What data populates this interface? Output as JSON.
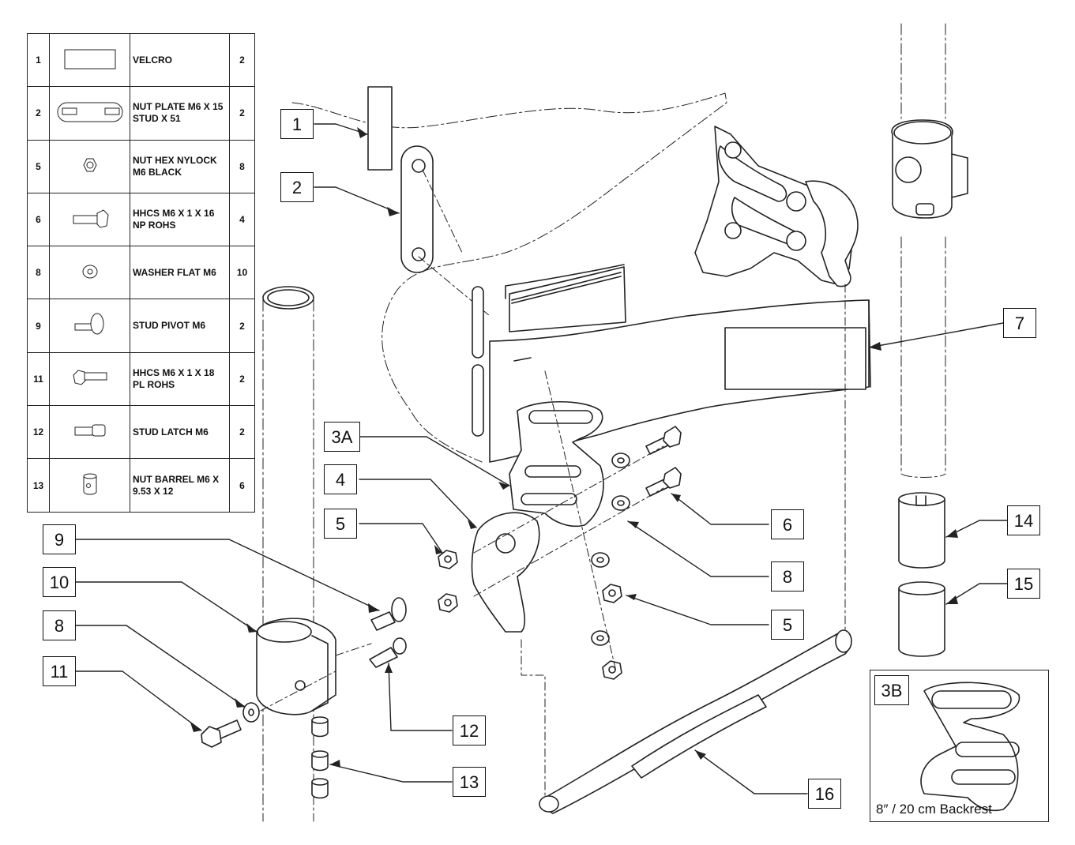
{
  "parts_table": {
    "rows": [
      {
        "item": "1",
        "icon": "velcro-strip-icon",
        "description": "VELCRO",
        "qty": "2"
      },
      {
        "item": "2",
        "icon": "nut-plate-icon",
        "description": "NUT PLATE M6 X 15 STUD X 51",
        "qty": "2"
      },
      {
        "item": "5",
        "icon": "hex-nut-icon",
        "description": "NUT HEX NYLOCK M6 BLACK",
        "qty": "8"
      },
      {
        "item": "6",
        "icon": "hex-bolt-icon",
        "description": "HHCS M6 X 1 X 16 NP ROHS",
        "qty": "4"
      },
      {
        "item": "8",
        "icon": "washer-icon",
        "description": "WASHER FLAT M6",
        "qty": "10"
      },
      {
        "item": "9",
        "icon": "pivot-stud-icon",
        "description": "STUD PIVOT M6",
        "qty": "2"
      },
      {
        "item": "11",
        "icon": "hex-bolt-long-icon",
        "description": "HHCS M6 X 1 X 18 PL ROHS",
        "qty": "2"
      },
      {
        "item": "12",
        "icon": "latch-stud-icon",
        "description": "STUD LATCH M6",
        "qty": "2"
      },
      {
        "item": "13",
        "icon": "barrel-nut-icon",
        "description": "NUT BARREL M6 X 9.53 X 12",
        "qty": "6"
      }
    ]
  },
  "callouts": {
    "c1": "1",
    "c2": "2",
    "c3a": "3A",
    "c4": "4",
    "c5a": "5",
    "c6": "6",
    "c7": "7",
    "c8a": "8",
    "c5b": "5",
    "c9": "9",
    "c10": "10",
    "c8b": "8",
    "c11": "11",
    "c12": "12",
    "c13": "13",
    "c14": "14",
    "c15": "15",
    "c16": "16"
  },
  "inset": {
    "label": "3B",
    "caption": "8″ / 20 cm Backrest"
  }
}
